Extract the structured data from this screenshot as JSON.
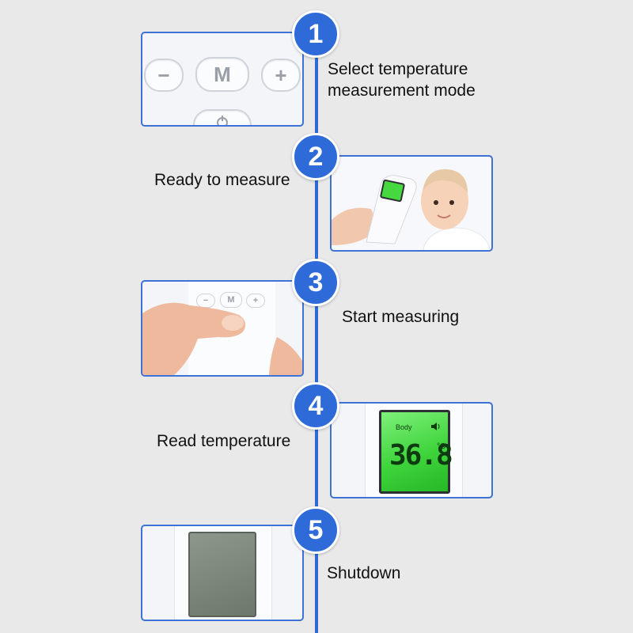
{
  "steps": [
    {
      "number": "1",
      "text_line1": "Select temperature",
      "text_line2": "measurement mode"
    },
    {
      "number": "2",
      "text_line1": "Ready to measure"
    },
    {
      "number": "3",
      "text_line1": "Start measuring"
    },
    {
      "number": "4",
      "text_line1": "Read temperature"
    },
    {
      "number": "5",
      "text_line1": "Shutdown"
    }
  ],
  "buttons": {
    "minus": "−",
    "mode": "M",
    "plus": "+"
  },
  "display": {
    "mode_label": "Body",
    "reading": "36.8",
    "unit": "°C"
  },
  "colors": {
    "accent": "#2e6bd9",
    "lcd_on": "#3fd43c",
    "lcd_off": "#7b8479"
  }
}
